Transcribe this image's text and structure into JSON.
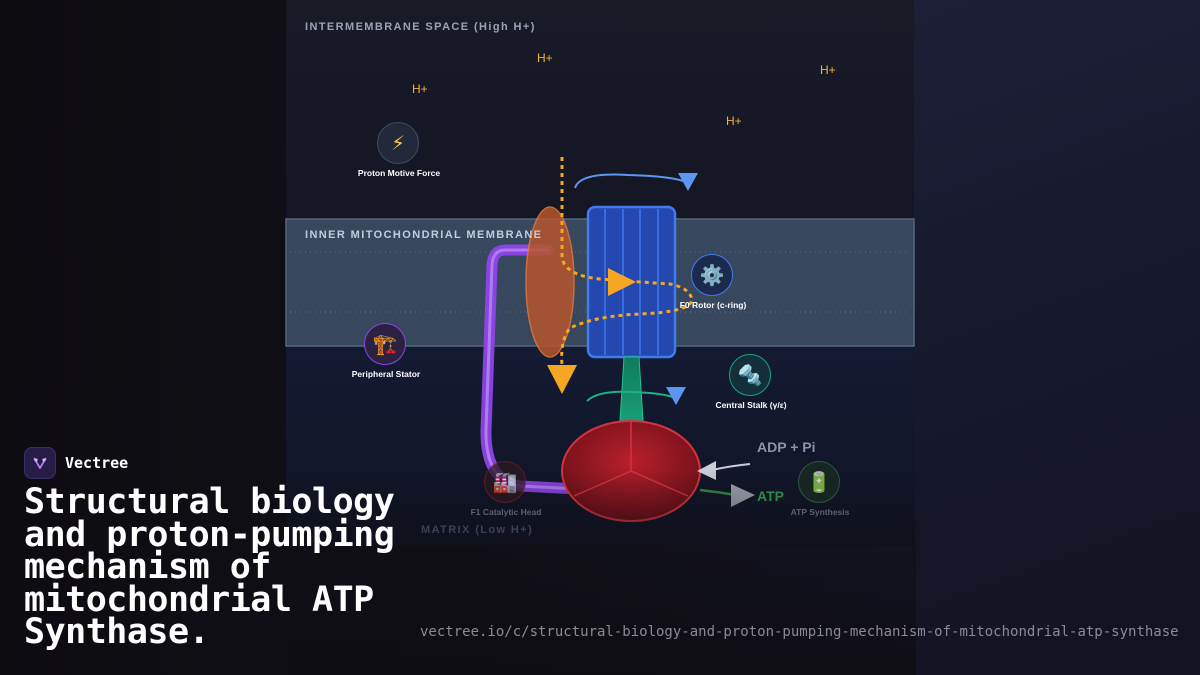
{
  "regions": {
    "intermembrane": "INTERMEMBRANE SPACE (High H+)",
    "inner_membrane": "INNER MITOCHONDRIAL MEMBRANE",
    "matrix": "MATRIX (Low H+)"
  },
  "protons": [
    "H+",
    "H+",
    "H+",
    "H+"
  ],
  "nodes": {
    "proton_motive_force": {
      "label": "Proton Motive Force",
      "icon": "lightning-icon",
      "glyph": "⚡"
    },
    "f0_rotor": {
      "label": "F0 Rotor (c-ring)",
      "icon": "gear-icon",
      "glyph": "⚙️"
    },
    "peripheral_stator": {
      "label": "Peripheral Stator",
      "icon": "crane-icon",
      "glyph": "🏗️"
    },
    "central_stalk": {
      "label": "Central Stalk (γ/ε)",
      "icon": "nut-bolt-icon",
      "glyph": "🔩"
    },
    "f1_head": {
      "label": "F1 Catalytic Head",
      "icon": "factory-icon",
      "glyph": "🏭"
    },
    "atp_synthesis": {
      "label": "ATP Synthesis",
      "icon": "battery-icon",
      "glyph": "🔋"
    }
  },
  "molecules": {
    "substrate": "ADP + Pi",
    "product": "ATP"
  },
  "colors": {
    "proton": "#f5b23a",
    "rotor": "#2f62d6",
    "stator": "#8e45e6",
    "stalk": "#1aa37a",
    "f1_head": "#a81d28",
    "membrane": "#37475e",
    "atp": "#2e8a4a"
  },
  "brand": {
    "name": "Vectree",
    "logo_icon": "vectree-logo-icon"
  },
  "title": "Structural biology and proton-pumping mechanism of mitochondrial ATP Synthase.",
  "url": "vectree.io/c/structural-biology-and-proton-pumping-mechanism-of-mitochondrial-atp-synthase"
}
